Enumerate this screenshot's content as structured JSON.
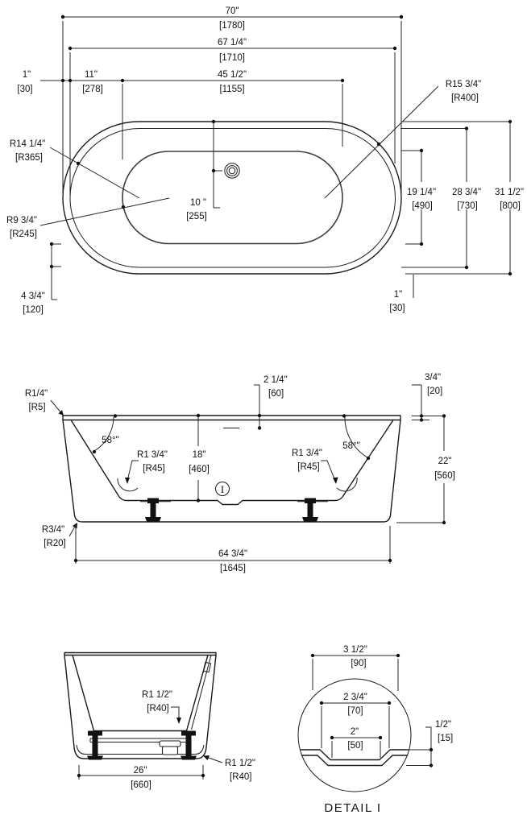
{
  "colors": {
    "ink": "#1b1b1b",
    "background": "#ffffff"
  },
  "top_view": {
    "length_overall": {
      "in": "70\"",
      "mm": "[1780]"
    },
    "length_rim": {
      "in": "67 1/4\"",
      "mm": "[1710]"
    },
    "length_basin": {
      "in": "45 1/2\"",
      "mm": "[1155]"
    },
    "offset_left_small": {
      "in": "1\"",
      "mm": "[30]"
    },
    "offset_left": {
      "in": "11\"",
      "mm": "[278]"
    },
    "radius_outer": {
      "in": "R15 3/4\"",
      "mm": "[R400]"
    },
    "radius_rim": {
      "in": "R14 1/4\"",
      "mm": "[R365]"
    },
    "radius_basin": {
      "in": "R9 3/4\"",
      "mm": "[R245]"
    },
    "drain_offset": {
      "in": "10 \"",
      "mm": "[255]"
    },
    "width_basin": {
      "in": "19 1/4\"",
      "mm": "[490]"
    },
    "width_rim": {
      "in": "28 3/4\"",
      "mm": "[730]"
    },
    "width_overall": {
      "in": "31 1/2\"",
      "mm": "[800]"
    },
    "offset_right_small": {
      "in": "1\"",
      "mm": "[30]"
    },
    "offset_bottom_left": {
      "in": "4 3/4\"",
      "mm": "[120]"
    }
  },
  "side_view": {
    "radius_rim_edge": {
      "in": "R1/4\"",
      "mm": "[R5]"
    },
    "angle_left": "58°\"",
    "angle_right": "58°\"",
    "radius_floor_left": {
      "in": "R1 3/4\"",
      "mm": "[R45]"
    },
    "radius_floor_right": {
      "in": "R1 3/4\"",
      "mm": "[R45]"
    },
    "depth_inner": {
      "in": "18\"",
      "mm": "[460]"
    },
    "rim_to_waterline": {
      "in": "2 1/4\"",
      "mm": "[60]"
    },
    "rim_lip": {
      "in": "3/4\"",
      "mm": "[20]"
    },
    "height_overall": {
      "in": "22\"",
      "mm": "[560]"
    },
    "radius_base": {
      "in": "R3/4\"",
      "mm": "[R20]"
    },
    "length_base": {
      "in": "64 3/4\"",
      "mm": "[1645]"
    },
    "detail_marker": "I"
  },
  "end_view": {
    "radius_inner": {
      "in": "R1 1/2\"",
      "mm": "[R40]"
    },
    "radius_corner": {
      "in": "R1 1/2\"",
      "mm": "[R40]"
    },
    "width_base": {
      "in": "26\"",
      "mm": "[660]"
    }
  },
  "detail_view": {
    "title": "DETAIL I",
    "width_outer": {
      "in": "3 1/2\"",
      "mm": "[90]"
    },
    "width_mid": {
      "in": "2 3/4\"",
      "mm": "[70]"
    },
    "width_inner": {
      "in": "2\"",
      "mm": "[50]"
    },
    "depth": {
      "in": "1/2\"",
      "mm": "[15]"
    }
  }
}
